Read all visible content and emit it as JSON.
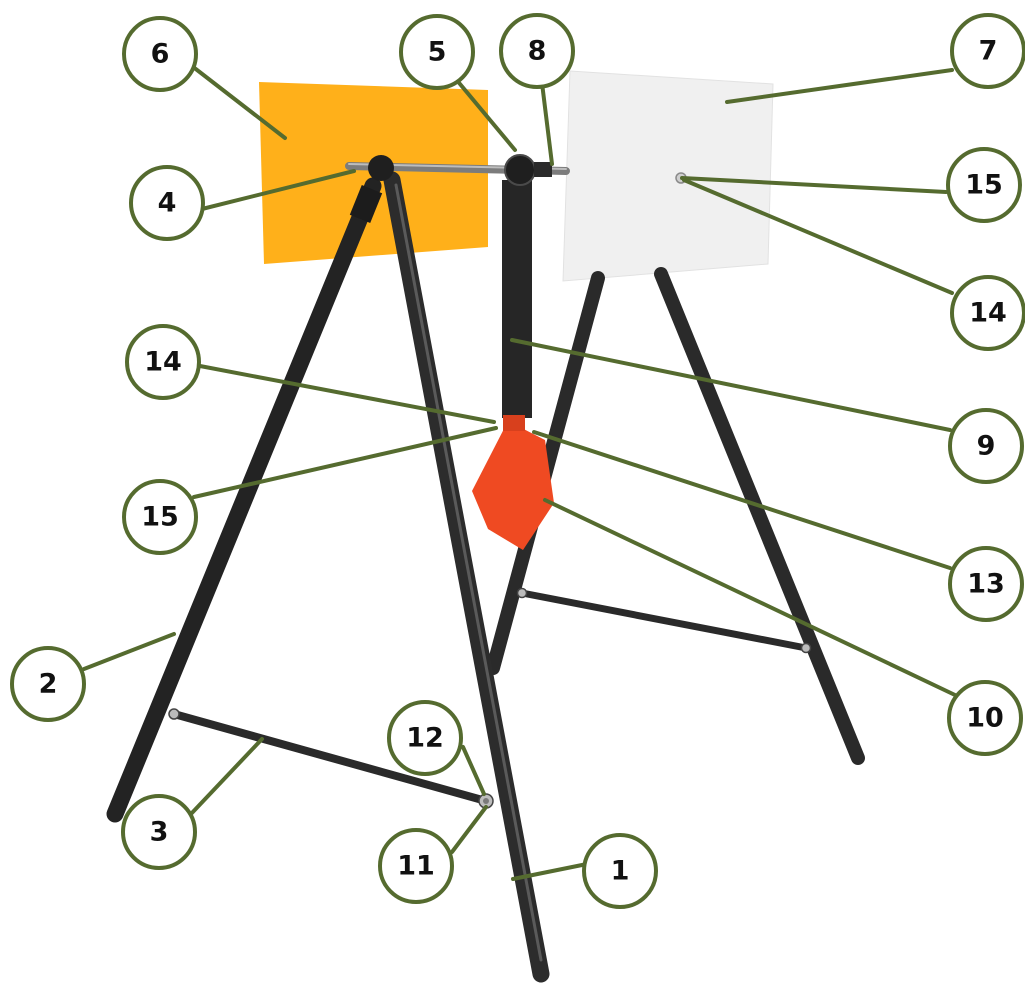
{
  "colors": {
    "callout_stroke": "#556b2f",
    "callout_fill": "#ffffff",
    "frame": "#2a2a2a",
    "frame_highlight": "#5a5a5a",
    "target_orange": "#ffb01a",
    "target_white": "#f0f0f0",
    "hex_target": "#ef4a22"
  },
  "callouts": [
    {
      "id": "c6",
      "label": "6"
    },
    {
      "id": "c5",
      "label": "5"
    },
    {
      "id": "c8",
      "label": "8"
    },
    {
      "id": "c7",
      "label": "7"
    },
    {
      "id": "c4",
      "label": "4"
    },
    {
      "id": "c15a",
      "label": "15"
    },
    {
      "id": "c14a",
      "label": "14"
    },
    {
      "id": "c14b",
      "label": "14"
    },
    {
      "id": "c9",
      "label": "9"
    },
    {
      "id": "c15b",
      "label": "15"
    },
    {
      "id": "c13",
      "label": "13"
    },
    {
      "id": "c2",
      "label": "2"
    },
    {
      "id": "c10",
      "label": "10"
    },
    {
      "id": "c12",
      "label": "12"
    },
    {
      "id": "c3",
      "label": "3"
    },
    {
      "id": "c11",
      "label": "11"
    },
    {
      "id": "c1",
      "label": "1"
    }
  ]
}
